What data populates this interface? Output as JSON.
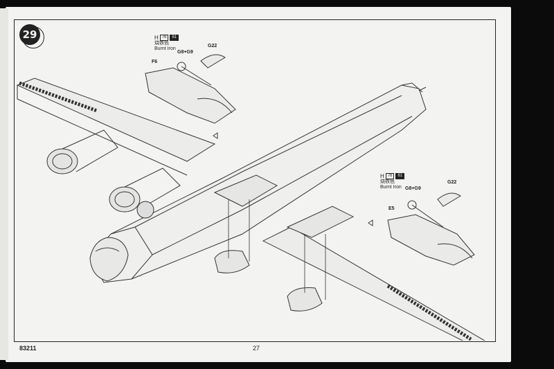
{
  "step": {
    "number": "29"
  },
  "callout_left": {
    "paint_code": "H",
    "chip1": "76",
    "chip2": "61",
    "name_zh": "烧铁色",
    "name_en": "Burnt Iron",
    "parts_combo": "G8+G9",
    "part_a": "G22",
    "part_b": "F6"
  },
  "callout_right": {
    "paint_code": "H",
    "chip1": "76",
    "chip2": "61",
    "name_zh": "烧铁色",
    "name_en": "Burnt Iron",
    "parts_combo": "G8+G9",
    "part_a": "G22",
    "part_b": "E5"
  },
  "footer": {
    "kit_number": "83211",
    "page_number": "27"
  }
}
